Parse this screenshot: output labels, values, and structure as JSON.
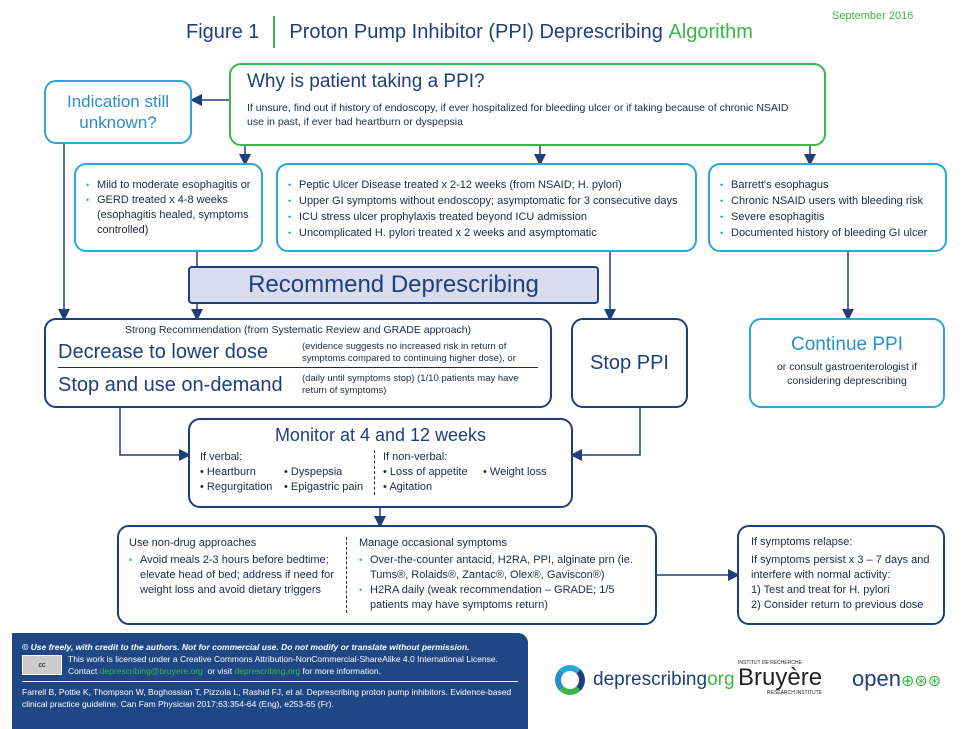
{
  "header": {
    "figure": "Figure 1",
    "title_main": "Proton Pump Inhibitor (PPI) Deprescribing ",
    "title_accent": "Algorithm",
    "date": "September 2016"
  },
  "why": {
    "title": "Why is patient taking a PPI?",
    "text": "If unsure, find out if history of endoscopy, if ever hospitalized for bleeding ulcer or if taking because of chronic NSAID use in past, if ever had heartburn or dyspepsia"
  },
  "unknown": {
    "title": "Indication still unknown?"
  },
  "box1": {
    "items": [
      "Mild to moderate esophagitis or",
      "GERD treated x 4-8 weeks (esophagitis healed, symptoms controlled)"
    ]
  },
  "box2": {
    "items": [
      "Peptic Ulcer Disease treated x 2-12 weeks (from NSAID;  H. pylori)",
      "Upper GI symptoms without endoscopy; asymptomatic for 3 consecutive days",
      "ICU stress ulcer prophylaxis treated beyond ICU admission",
      "Uncomplicated H. pylori treated x 2 weeks and asymptomatic"
    ]
  },
  "box3": {
    "items": [
      "Barrett's esophagus",
      "Chronic NSAID users with bleeding risk",
      "Severe esophagitis",
      "Documented history of bleeding GI ulcer"
    ]
  },
  "recommend": {
    "title": "Recommend Deprescribing"
  },
  "strong": {
    "header": "Strong Recommendation (from Systematic Review and GRADE approach)",
    "opt1": "Decrease to lower dose",
    "opt1_note": "(evidence suggests no increased risk in return of symptoms compared to continuing higher dose), or",
    "opt2": "Stop and use on-demand",
    "opt2_note": "(daily until symptoms stop) (1/10 patients may have return of symptoms)"
  },
  "stop": {
    "title": "Stop PPI"
  },
  "continue": {
    "title": "Continue PPI",
    "text": "or consult gastroenterologist if considering deprescribing"
  },
  "monitor": {
    "title": "Monitor at 4 and 12 weeks",
    "verbal_label": "If verbal:",
    "verbal": [
      "Heartburn",
      "Dyspepsia",
      "Regurgitation",
      "Epigastric pain"
    ],
    "nonverbal_label": "If non-verbal:",
    "nonverbal": [
      "Loss of appetite",
      "Weight loss",
      "Agitation"
    ]
  },
  "nondrug": {
    "title": "Use non-drug approaches",
    "items": [
      "Avoid meals 2-3 hours before bedtime; elevate head of bed; address if need for weight loss and avoid dietary triggers"
    ]
  },
  "manage": {
    "title": "Manage occasional symptoms",
    "items": [
      "Over-the-counter antacid, H2RA, PPI,  alginate prn (ie. Tums®, Rolaids®, Zantac®, Olex®, Gaviscon®)",
      "H2RA daily (weak recommendation – GRADE; 1/5 patients may have symptoms return)"
    ]
  },
  "relapse": {
    "title": "If symptoms relapse:",
    "text": "If symptoms persist x 3 – 7 days and interfere with normal activity:",
    "step1": "1) Test and treat for H. pylori",
    "step2": "2) Consider return to previous dose"
  },
  "footer": {
    "use": "© Use freely, with credit to the authors. Not for commercial use. Do not modify or translate without permission.",
    "license": "This work is licensed under a Creative Commons Attribution-NonCommercial-ShareAlike 4.0 International License.",
    "contact_pre": "Contact ",
    "email": "deprescribing@bruyere.org",
    "contact_mid": "  or visit ",
    "site": "deprescribing.org",
    "contact_post": " for more information.",
    "citation": "Farrell B, Pottie K, Thompson W, Boghossian T, Pizzola L, Rashid FJ, et al. Deprescribing proton pump inhibitors. Evidence-based clinical practice guideline. Can Fam Physician 2017;63:354-64 (Eng), e253-65 (Fr)."
  },
  "logos": {
    "deprescribing_a": "deprescribing",
    "deprescribing_b": "org",
    "bruyere": "Bruyère",
    "bruyere_top": "INSTITUT DE RECHERCHE",
    "bruyere_bottom": "RESEARCH INSTITUTE",
    "open": "open",
    "cc": "CC BY NC SA"
  },
  "colors": {
    "navy": "#1f3f7c",
    "light_blue": "#2aa7d9",
    "green": "#3cb54a",
    "banner": "#d9dcef"
  }
}
